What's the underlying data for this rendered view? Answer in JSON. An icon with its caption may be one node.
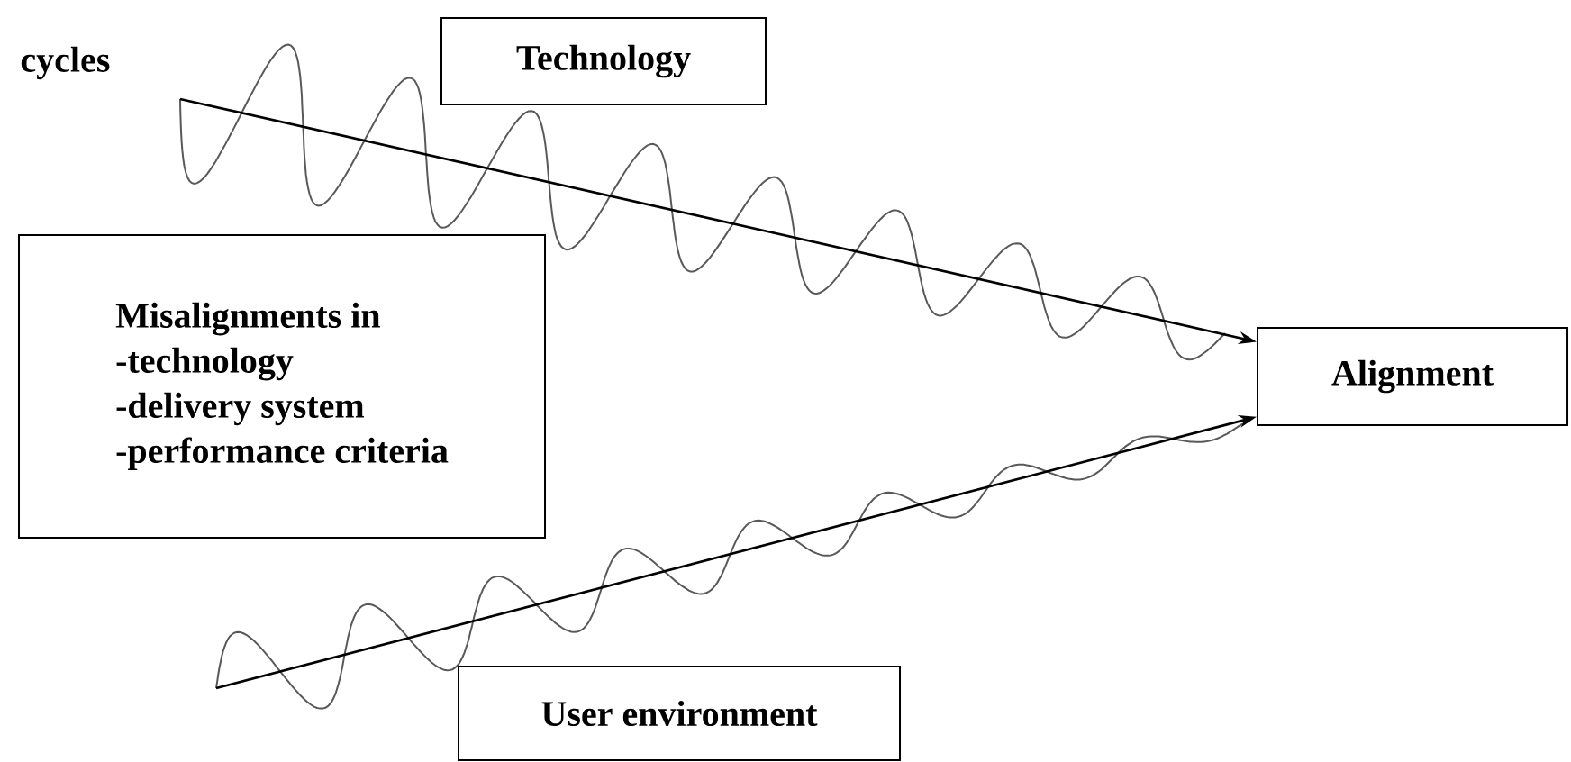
{
  "diagram": {
    "nodes": [
      {
        "text": [
          "Technology"
        ]
      },
      {
        "text": [
          "Misalignments in",
          "-technology",
          "-delivery system",
          "-performance criteria"
        ]
      },
      {
        "text": [
          "Alignment"
        ]
      },
      {
        "text": [
          "User environment"
        ]
      }
    ],
    "edges": [
      {
        "from": null,
        "to": 2,
        "arrow": "to"
      },
      {
        "from": null,
        "to": 2,
        "arrow": "to"
      }
    ],
    "labels": [
      "cycles"
    ]
  }
}
